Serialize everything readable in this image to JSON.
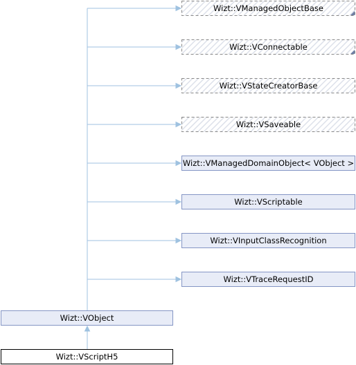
{
  "diagram": {
    "type": "class-inheritance-graph",
    "colors": {
      "edge": "#9fc2e0",
      "node_fill": "#e8ecf7",
      "node_border": "#8495c4",
      "dashed_fill": "#ffffff",
      "dashed_border": "#888888",
      "hatch": "#dde1ea",
      "focus_fill": "#ffffff",
      "focus_border": "#000000",
      "text": "#000000"
    },
    "bases": [
      {
        "id": "vmanagedobjectbase",
        "label": "Wizt::VManagedObjectBase",
        "style": "dashed",
        "truncated": true
      },
      {
        "id": "vconnectable",
        "label": "Wizt::VConnectable",
        "style": "dashed",
        "truncated": true
      },
      {
        "id": "vstatecreatorbase",
        "label": "Wizt::VStateCreatorBase",
        "style": "dashed",
        "truncated": false
      },
      {
        "id": "vsaveable",
        "label": "Wizt::VSaveable",
        "style": "dashed",
        "truncated": false
      },
      {
        "id": "vmanageddomainobject",
        "label": "Wizt::VManagedDomainObject< VObject >",
        "style": "solid",
        "truncated": false
      },
      {
        "id": "vscriptable",
        "label": "Wizt::VScriptable",
        "style": "solid",
        "truncated": false
      },
      {
        "id": "vinputclassrecognition",
        "label": "Wizt::VInputClassRecognition",
        "style": "solid",
        "truncated": false
      },
      {
        "id": "vtracerequestid",
        "label": "Wizt::VTraceRequestID",
        "style": "solid",
        "truncated": false
      }
    ],
    "parent": {
      "id": "vobject",
      "label": "Wizt::VObject",
      "style": "solid"
    },
    "focus": {
      "id": "vscripth5",
      "label": "Wizt::VScriptH5",
      "style": "focus"
    }
  }
}
